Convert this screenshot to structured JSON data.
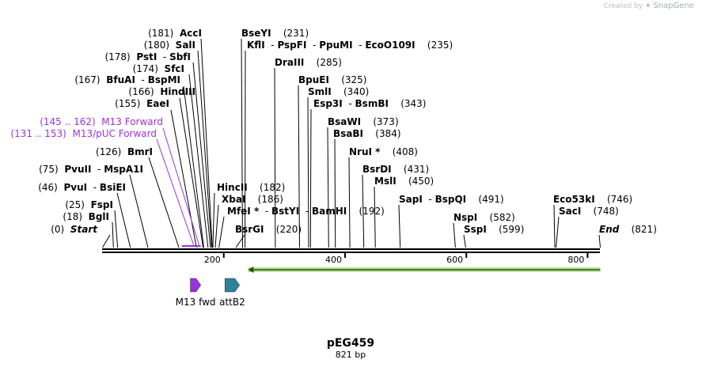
{
  "credit": {
    "prefix": "Created by",
    "brand": "SnapGene"
  },
  "plasmid": {
    "name": "pEG459",
    "length": "821 bp",
    "total_bp": 821
  },
  "ruler": {
    "ticks": [
      200,
      400,
      600,
      800
    ]
  },
  "labels": [
    {
      "rows": [
        {
          "pos": "(181)",
          "names": [
            "AccI"
          ]
        }
      ],
      "sites": [
        181
      ]
    },
    {
      "rows": [
        {
          "pos": "(180)",
          "names": [
            "SalI"
          ]
        }
      ],
      "sites": [
        180
      ]
    },
    {
      "rows": [
        {
          "pos": "(178)",
          "names": [
            "PstI",
            "SbfI"
          ]
        }
      ],
      "sites": [
        178
      ]
    },
    {
      "rows": [
        {
          "pos": "(174)",
          "names": [
            "SfcI"
          ]
        }
      ],
      "sites": [
        174
      ]
    },
    {
      "rows": [
        {
          "pos": "(167)",
          "names": [
            "BfuAI",
            "BspMI"
          ]
        }
      ],
      "sites": [
        167
      ]
    },
    {
      "rows": [
        {
          "pos": "(166)",
          "names": [
            "HindIII"
          ]
        }
      ],
      "sites": [
        166
      ]
    },
    {
      "rows": [
        {
          "pos": "(155)",
          "names": [
            "EaeI"
          ]
        }
      ],
      "sites": [
        155
      ]
    },
    {
      "type": "primer",
      "rows": [
        {
          "pos": "(145 .. 162)",
          "names": [
            "M13 Forward"
          ]
        }
      ],
      "sites": [
        145,
        162
      ]
    },
    {
      "type": "primer",
      "rows": [
        {
          "pos": "(131 .. 153)",
          "names": [
            "M13/pUC Forward"
          ]
        }
      ],
      "sites": [
        131,
        153
      ]
    },
    {
      "rows": [
        {
          "pos": "(126)",
          "names": [
            "BmrI"
          ]
        }
      ],
      "sites": [
        126
      ]
    },
    {
      "rows": [
        {
          "pos": "(75)",
          "names": [
            "PvuII",
            "MspA1I"
          ]
        }
      ],
      "sites": [
        75
      ]
    },
    {
      "rows": [
        {
          "pos": "(46)",
          "names": [
            "PvuI",
            "BsiEI"
          ]
        }
      ],
      "sites": [
        46
      ]
    },
    {
      "rows": [
        {
          "pos": "(25)",
          "names": [
            "FspI"
          ]
        }
      ],
      "sites": [
        25
      ]
    },
    {
      "rows": [
        {
          "pos": "(18)",
          "names": [
            "BglI"
          ]
        }
      ],
      "sites": [
        18
      ]
    },
    {
      "type": "start",
      "rows": [
        {
          "pos": "(0)",
          "names": [
            "Start"
          ]
        }
      ],
      "sites": [
        0
      ]
    },
    {
      "rows": [
        {
          "pos": "(231)",
          "names": [
            "BseYI"
          ]
        }
      ],
      "sites": [
        231
      ]
    },
    {
      "rows": [
        {
          "pos": "(235)",
          "names": [
            "KflI",
            "PspFI",
            "PpuMI",
            "EcoO109I"
          ]
        }
      ],
      "sites": [
        235
      ]
    },
    {
      "rows": [
        {
          "pos": "(285)",
          "names": [
            "DraIII"
          ]
        }
      ],
      "sites": [
        285
      ]
    },
    {
      "rows": [
        {
          "pos": "(325)",
          "names": [
            "BpuEI"
          ]
        }
      ],
      "sites": [
        325
      ]
    },
    {
      "rows": [
        {
          "pos": "(340)",
          "names": [
            "SmlI"
          ]
        }
      ],
      "sites": [
        340
      ]
    },
    {
      "rows": [
        {
          "pos": "(343)",
          "names": [
            "Esp3I",
            "BsmBI"
          ]
        }
      ],
      "sites": [
        343
      ]
    },
    {
      "rows": [
        {
          "pos": "(373)",
          "names": [
            "BsaWI"
          ]
        }
      ],
      "sites": [
        373
      ]
    },
    {
      "rows": [
        {
          "pos": "(384)",
          "names": [
            "BsaBI"
          ]
        }
      ],
      "sites": [
        384
      ]
    },
    {
      "rows": [
        {
          "pos": "(408)",
          "names": [
            "NruI *"
          ]
        }
      ],
      "sites": [
        408
      ]
    },
    {
      "rows": [
        {
          "pos": "(431)",
          "names": [
            "BsrDI"
          ]
        }
      ],
      "sites": [
        431
      ]
    },
    {
      "rows": [
        {
          "pos": "(450)",
          "names": [
            "MslI"
          ]
        }
      ],
      "sites": [
        450
      ]
    },
    {
      "rows": [
        {
          "pos": "(182)",
          "names": [
            "HincII"
          ]
        }
      ],
      "sites": [
        182
      ]
    },
    {
      "rows": [
        {
          "pos": "(186)",
          "names": [
            "XbaI"
          ]
        }
      ],
      "sites": [
        186
      ]
    },
    {
      "rows": [
        {
          "pos": "(192)",
          "names": [
            "MfeI *",
            "BstYI",
            "BamHI"
          ]
        }
      ],
      "sites": [
        192
      ]
    },
    {
      "rows": [
        {
          "pos": "(220)",
          "names": [
            "BsrGI"
          ]
        }
      ],
      "sites": [
        220
      ]
    },
    {
      "rows": [
        {
          "pos": "(491)",
          "names": [
            "SapI",
            "BspQI"
          ]
        }
      ],
      "sites": [
        491
      ]
    },
    {
      "rows": [
        {
          "pos": "(582)",
          "names": [
            "NspI"
          ]
        }
      ],
      "sites": [
        582
      ]
    },
    {
      "rows": [
        {
          "pos": "(599)",
          "names": [
            "SspI"
          ]
        }
      ],
      "sites": [
        599
      ]
    },
    {
      "rows": [
        {
          "pos": "(746)",
          "names": [
            "Eco53kI"
          ]
        }
      ],
      "sites": [
        746
      ]
    },
    {
      "rows": [
        {
          "pos": "(748)",
          "names": [
            "SacI"
          ]
        }
      ],
      "sites": [
        748
      ]
    },
    {
      "type": "end",
      "rows": [
        {
          "pos": "(821)",
          "names": [
            "End"
          ]
        }
      ],
      "sites": [
        821
      ]
    }
  ],
  "features": [
    {
      "name": "M13 fwd",
      "color": "#9b32e0",
      "start": 145,
      "end": 162,
      "direction": "forward"
    },
    {
      "name": "attB2",
      "color": "#2f8199",
      "start": 202,
      "end": 226,
      "direction": "forward"
    },
    {
      "name": "",
      "color": "#77cc3f",
      "start": 240,
      "end": 821,
      "direction": "reverse"
    }
  ],
  "colors": {
    "backbone": "#000000",
    "primer": "#9b32e0",
    "site_line": "#000000"
  }
}
